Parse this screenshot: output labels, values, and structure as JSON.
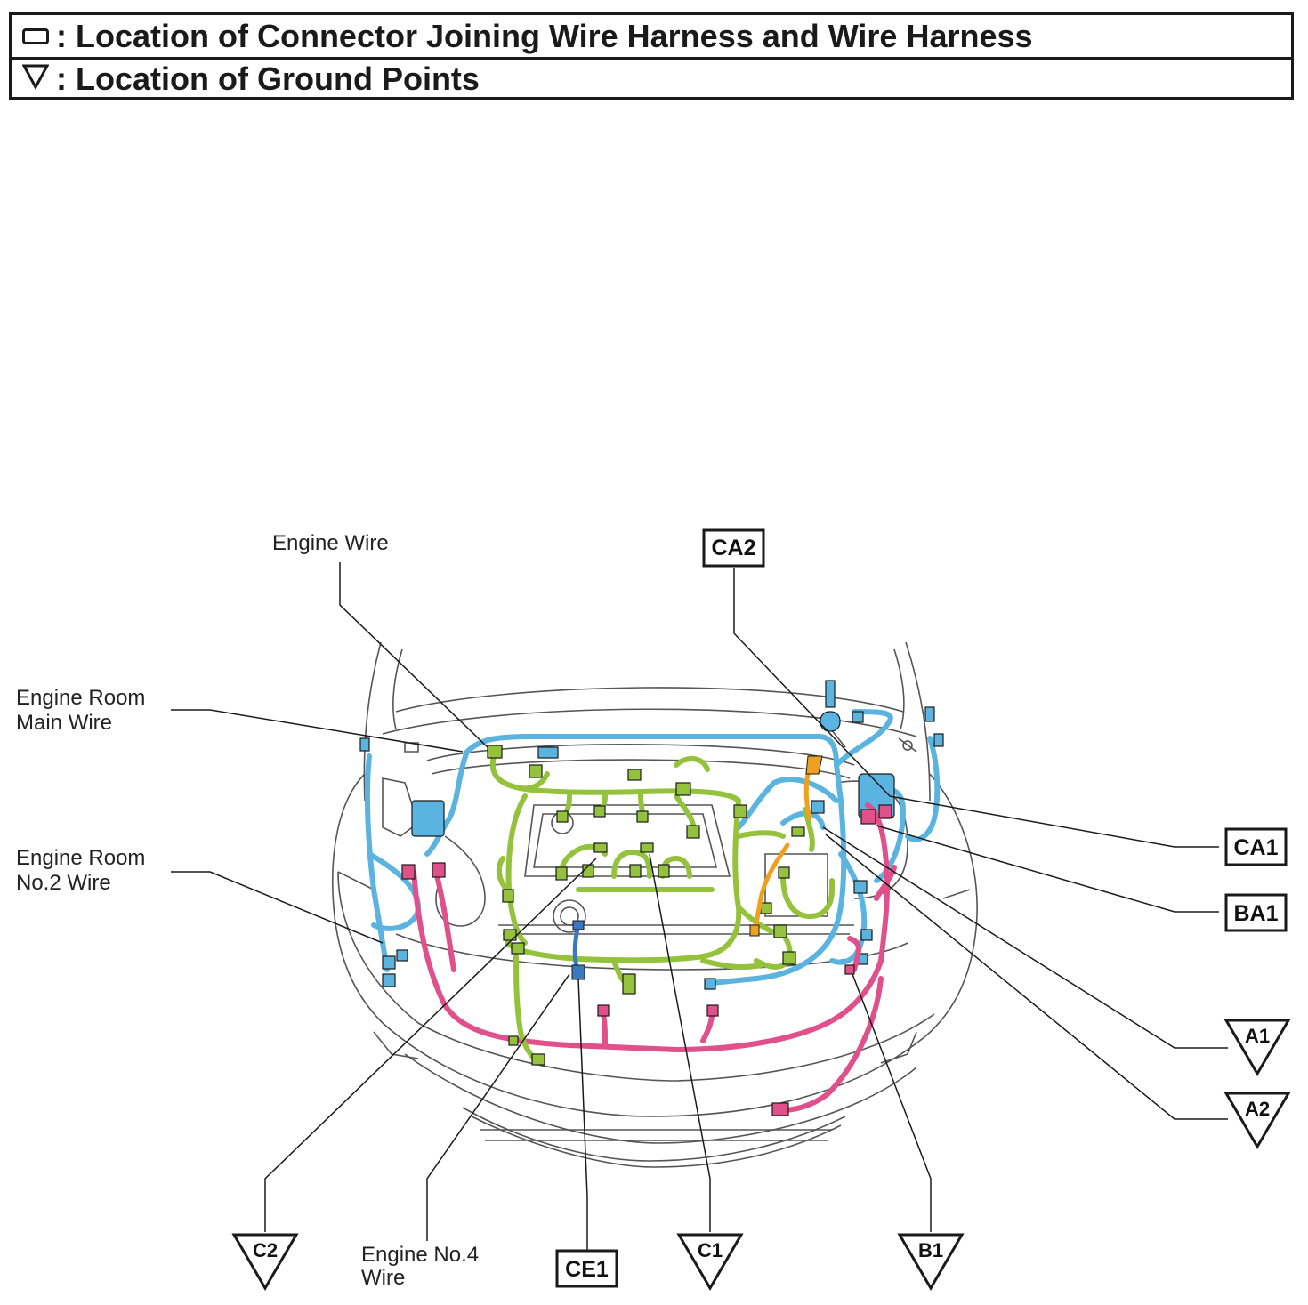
{
  "legend": {
    "connector": {
      "symbol": "box-symbol",
      "text": ": Location of Connector Joining Wire Harness and Wire Harness"
    },
    "ground": {
      "symbol": "triangle-symbol",
      "text": ": Location of Ground Points"
    }
  },
  "wire_labels": {
    "engine_wire": "Engine Wire",
    "engine_room_main_line1": "Engine Room",
    "engine_room_main_line2": "Main Wire",
    "engine_room_no2_line1": "Engine Room",
    "engine_room_no2_line2": "No.2 Wire",
    "engine_no4_line1": "Engine No.4",
    "engine_no4_line2": "Wire"
  },
  "connector_codes": {
    "ca2": "CA2",
    "ca1": "CA1",
    "ba1": "BA1",
    "ce1": "CE1"
  },
  "ground_codes": {
    "a1": "A1",
    "a2": "A2",
    "c2": "C2",
    "c1": "C1",
    "b1": "B1"
  },
  "colors": {
    "engine_wire": "#95c23d",
    "engine_room_main_wire": "#5bb4e0",
    "engine_room_no2_wire": "#e0508a",
    "engine_no4_wire": "#3a78c0",
    "accent_orange": "#f0a020",
    "outline": "#1a1a1a"
  }
}
